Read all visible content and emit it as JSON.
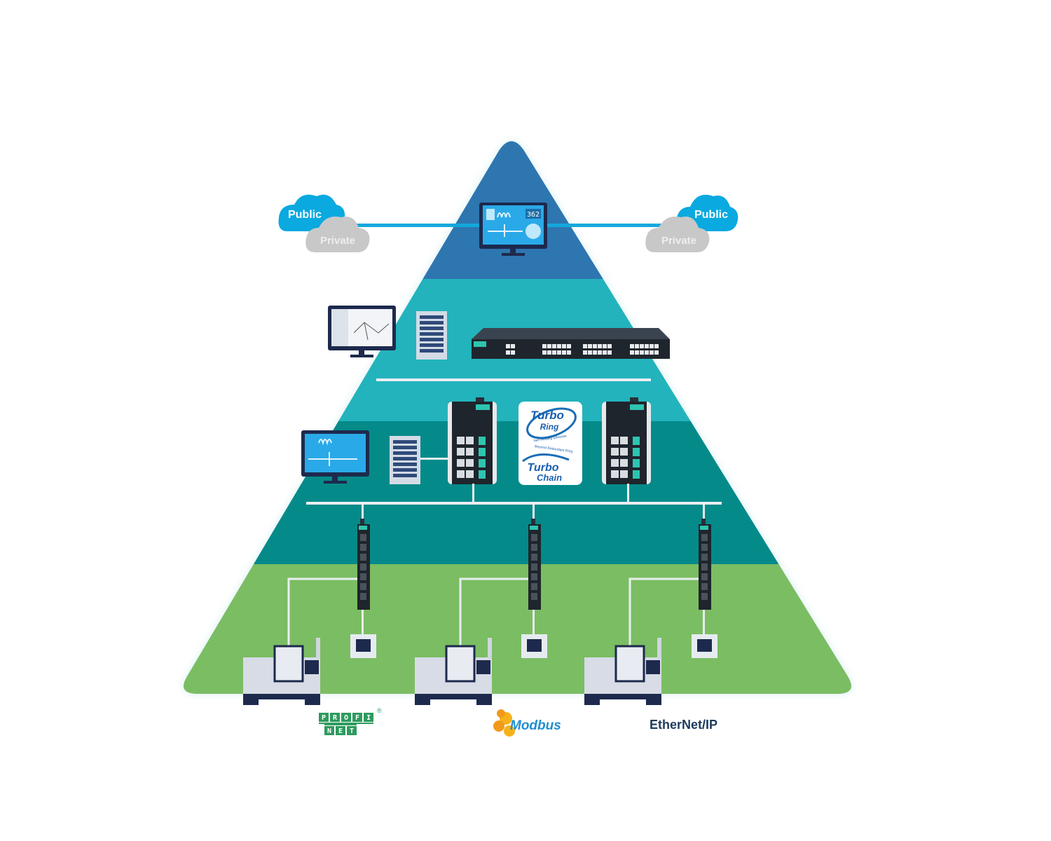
{
  "colors": {
    "level_management": "#2e76b0",
    "level_control": "#23b3bc",
    "level_field": "#058a8a",
    "level_device": "#7bbd63",
    "cloud_public": "#0aa9e0",
    "cloud_private": "#c8c8c8",
    "link_line": "#14a8dc",
    "device_navy": "#1d2a4d"
  },
  "clouds": {
    "left": {
      "public": "Public",
      "private": "Private"
    },
    "right": {
      "public": "Public",
      "private": "Private"
    }
  },
  "scada_screen": {
    "readout": "362"
  },
  "turbo_logo": {
    "ring_line1": "Turbo",
    "ring_line2": "Ring",
    "ring_tagline": "Self-Healing Ethernet",
    "chain_tagline": "Beyond Redundant Ring",
    "chain_line1": "Turbo",
    "chain_line2": "Chain"
  },
  "protocols": [
    {
      "name": "PROFINET",
      "line1": "PROFI",
      "line2": "NET",
      "mark": "®",
      "color": "#2e9b5e"
    },
    {
      "name": "Modbus",
      "text": "Modbus",
      "color": "#1f8fd0"
    },
    {
      "name": "EtherNet/IP",
      "text_a": "Ether",
      "text_b": "Net/IP",
      "color": "#1d3a5c"
    }
  ]
}
